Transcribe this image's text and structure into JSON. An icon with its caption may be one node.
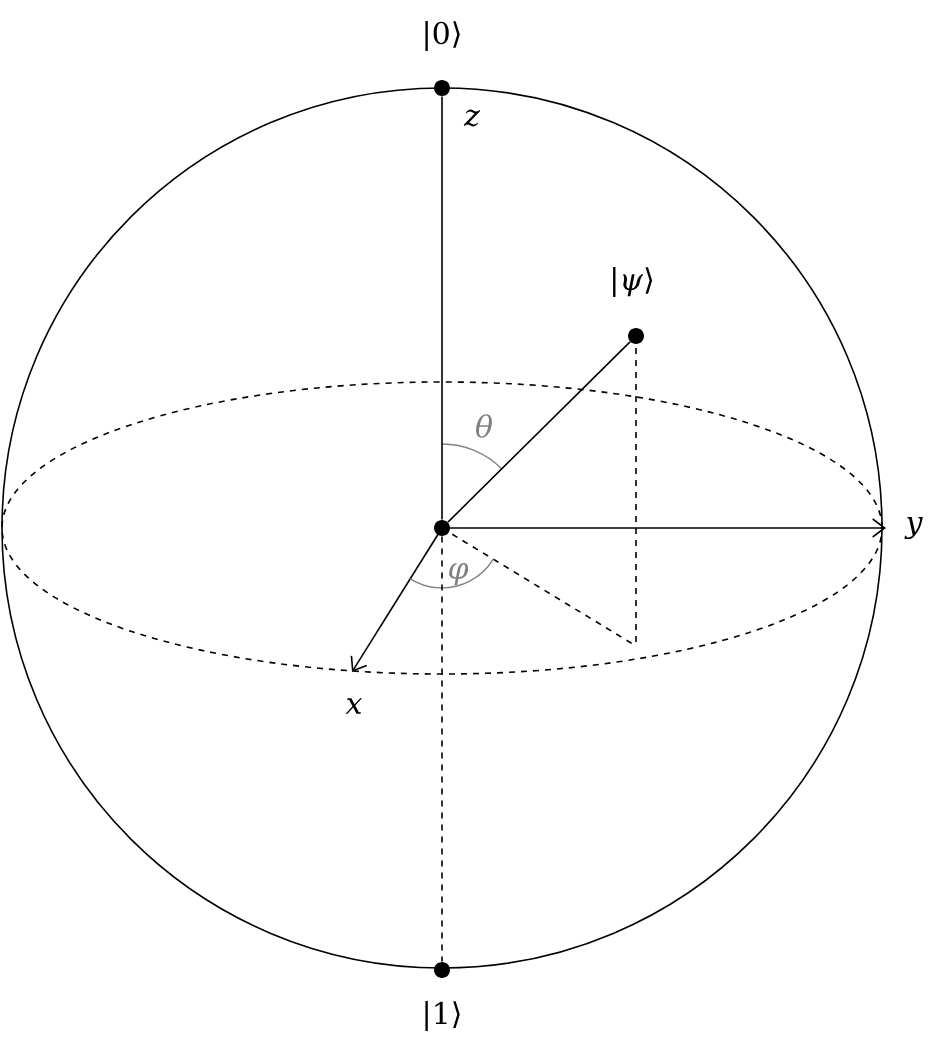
{
  "diagram": {
    "nodes": [
      {
        "text": [],
        "shape": "circle"
      },
      {
        "text": [],
        "shape": "circle",
        "beside": [
          "|0⟩"
        ]
      },
      {
        "text": [],
        "shape": "circle",
        "beside": [
          "|*ψ*⟩"
        ]
      },
      {
        "text": [],
        "shape": "circle",
        "beside": [
          "|1⟩"
        ]
      }
    ],
    "edges": [
      {
        "from": 0,
        "to": 1,
        "arrow": "none",
        "label": "z"
      },
      {
        "from": 0,
        "to": 2,
        "arrow": "none"
      },
      {
        "from": 0,
        "to": 3,
        "arrow": "none",
        "style": "dashed"
      }
    ],
    "labels": [
      "θ",
      "y",
      "φ",
      "x"
    ]
  }
}
